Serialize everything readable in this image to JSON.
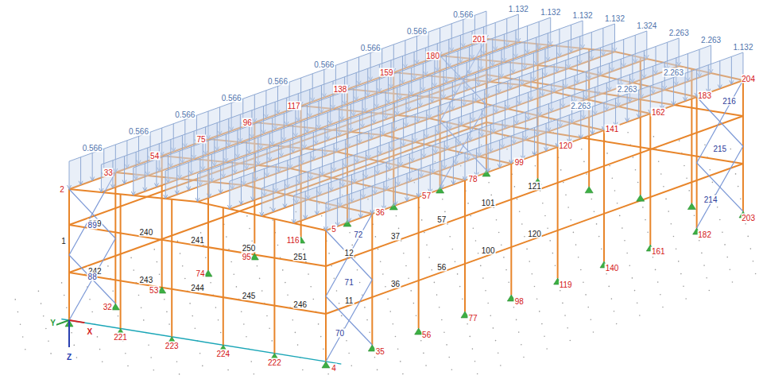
{
  "diagram": {
    "labels": [
      "0.566",
      "0.566",
      "0.566",
      "0.566",
      "0.566",
      "0.566",
      "0.566",
      "0.566",
      "0.566",
      "1.132",
      "1.132",
      "1.132",
      "1.132",
      "1.324",
      "2.263",
      "2.263",
      "1.132",
      "2.263",
      "2.263",
      "2.263",
      "4",
      "35",
      "56",
      "77",
      "98",
      "119",
      "140",
      "161",
      "182",
      "203",
      "5",
      "36",
      "57",
      "78",
      "99",
      "120",
      "141",
      "162",
      "183",
      "204",
      "2",
      "33",
      "54",
      "75",
      "96",
      "117",
      "138",
      "159",
      "180",
      "201",
      "221",
      "223",
      "224",
      "222",
      "32",
      "53",
      "74",
      "95",
      "116",
      "1",
      "242",
      "243",
      "244",
      "245",
      "246",
      "239",
      "240",
      "241",
      "250",
      "251",
      "11",
      "36",
      "56",
      "100",
      "120",
      "12",
      "37",
      "57",
      "101",
      "121",
      "70",
      "71",
      "72",
      "88",
      "89",
      "214",
      "215",
      "216",
      "X",
      "Y",
      "Z"
    ]
  }
}
